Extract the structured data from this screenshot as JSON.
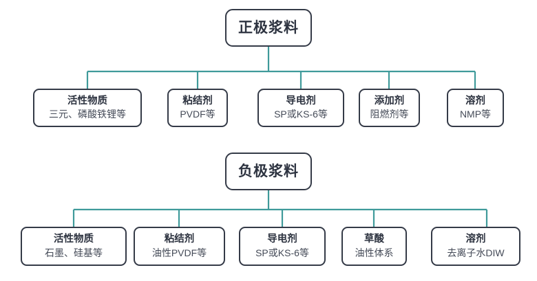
{
  "diagram": {
    "type": "tree-hierarchy",
    "orientation": "top-down",
    "connector_color": "#3f9a9a",
    "node_border_color": "#343a47",
    "text_color": "#2d3340",
    "background": "#ffffff",
    "sections": [
      {
        "id": "cathode",
        "root": {
          "label": "正极浆料"
        },
        "children": [
          {
            "title": "活性物质",
            "subtitle": "三元、磷酸铁锂等"
          },
          {
            "title": "粘结剂",
            "subtitle": "PVDF等"
          },
          {
            "title": "导电剂",
            "subtitle": "SP或KS-6等"
          },
          {
            "title": "添加剂",
            "subtitle": "阻燃剂等"
          },
          {
            "title": "溶剂",
            "subtitle": "NMP等"
          }
        ]
      },
      {
        "id": "anode",
        "root": {
          "label": "负极浆料"
        },
        "children": [
          {
            "title": "活性物质",
            "subtitle": "石墨、硅基等"
          },
          {
            "title": "粘结剂",
            "subtitle": "油性PVDF等"
          },
          {
            "title": "导电剂",
            "subtitle": "SP或KS-6等"
          },
          {
            "title": "草酸",
            "subtitle": "油性体系"
          },
          {
            "title": "溶剂",
            "subtitle": "去离子水DIW"
          }
        ]
      }
    ]
  }
}
